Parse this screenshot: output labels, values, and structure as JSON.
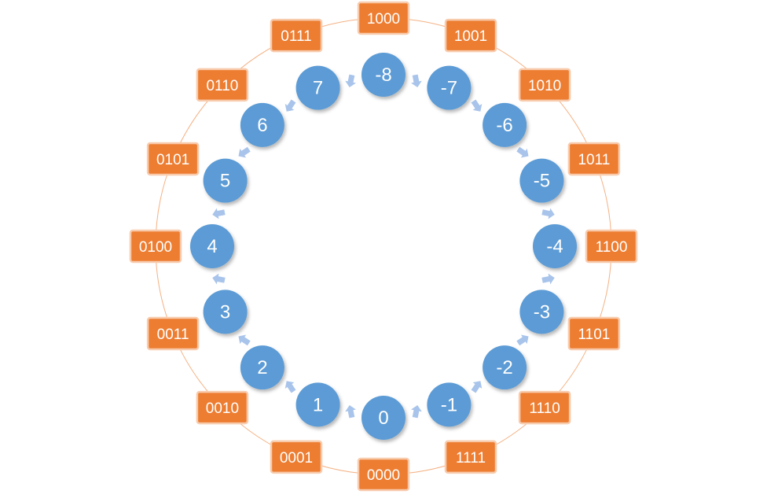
{
  "colors": {
    "circle_fill": "#5B9BD5",
    "box_fill": "#ED7D31",
    "box_border": "#F8CBAD",
    "ring_stroke": "#F4B183",
    "arrow_fill": "#A9C4EB",
    "text": "#FFFFFF"
  },
  "nodes": [
    {
      "value": "0",
      "binary": "0000"
    },
    {
      "value": "1",
      "binary": "0001"
    },
    {
      "value": "2",
      "binary": "0010"
    },
    {
      "value": "3",
      "binary": "0011"
    },
    {
      "value": "4",
      "binary": "0100"
    },
    {
      "value": "5",
      "binary": "0101"
    },
    {
      "value": "6",
      "binary": "0110"
    },
    {
      "value": "7",
      "binary": "0111"
    },
    {
      "value": "-8",
      "binary": "1000"
    },
    {
      "value": "-7",
      "binary": "1001"
    },
    {
      "value": "-6",
      "binary": "1010"
    },
    {
      "value": "-5",
      "binary": "1011"
    },
    {
      "value": "-4",
      "binary": "1100"
    },
    {
      "value": "-3",
      "binary": "1101"
    },
    {
      "value": "-2",
      "binary": "1110"
    },
    {
      "value": "-1",
      "binary": "1111"
    }
  ]
}
